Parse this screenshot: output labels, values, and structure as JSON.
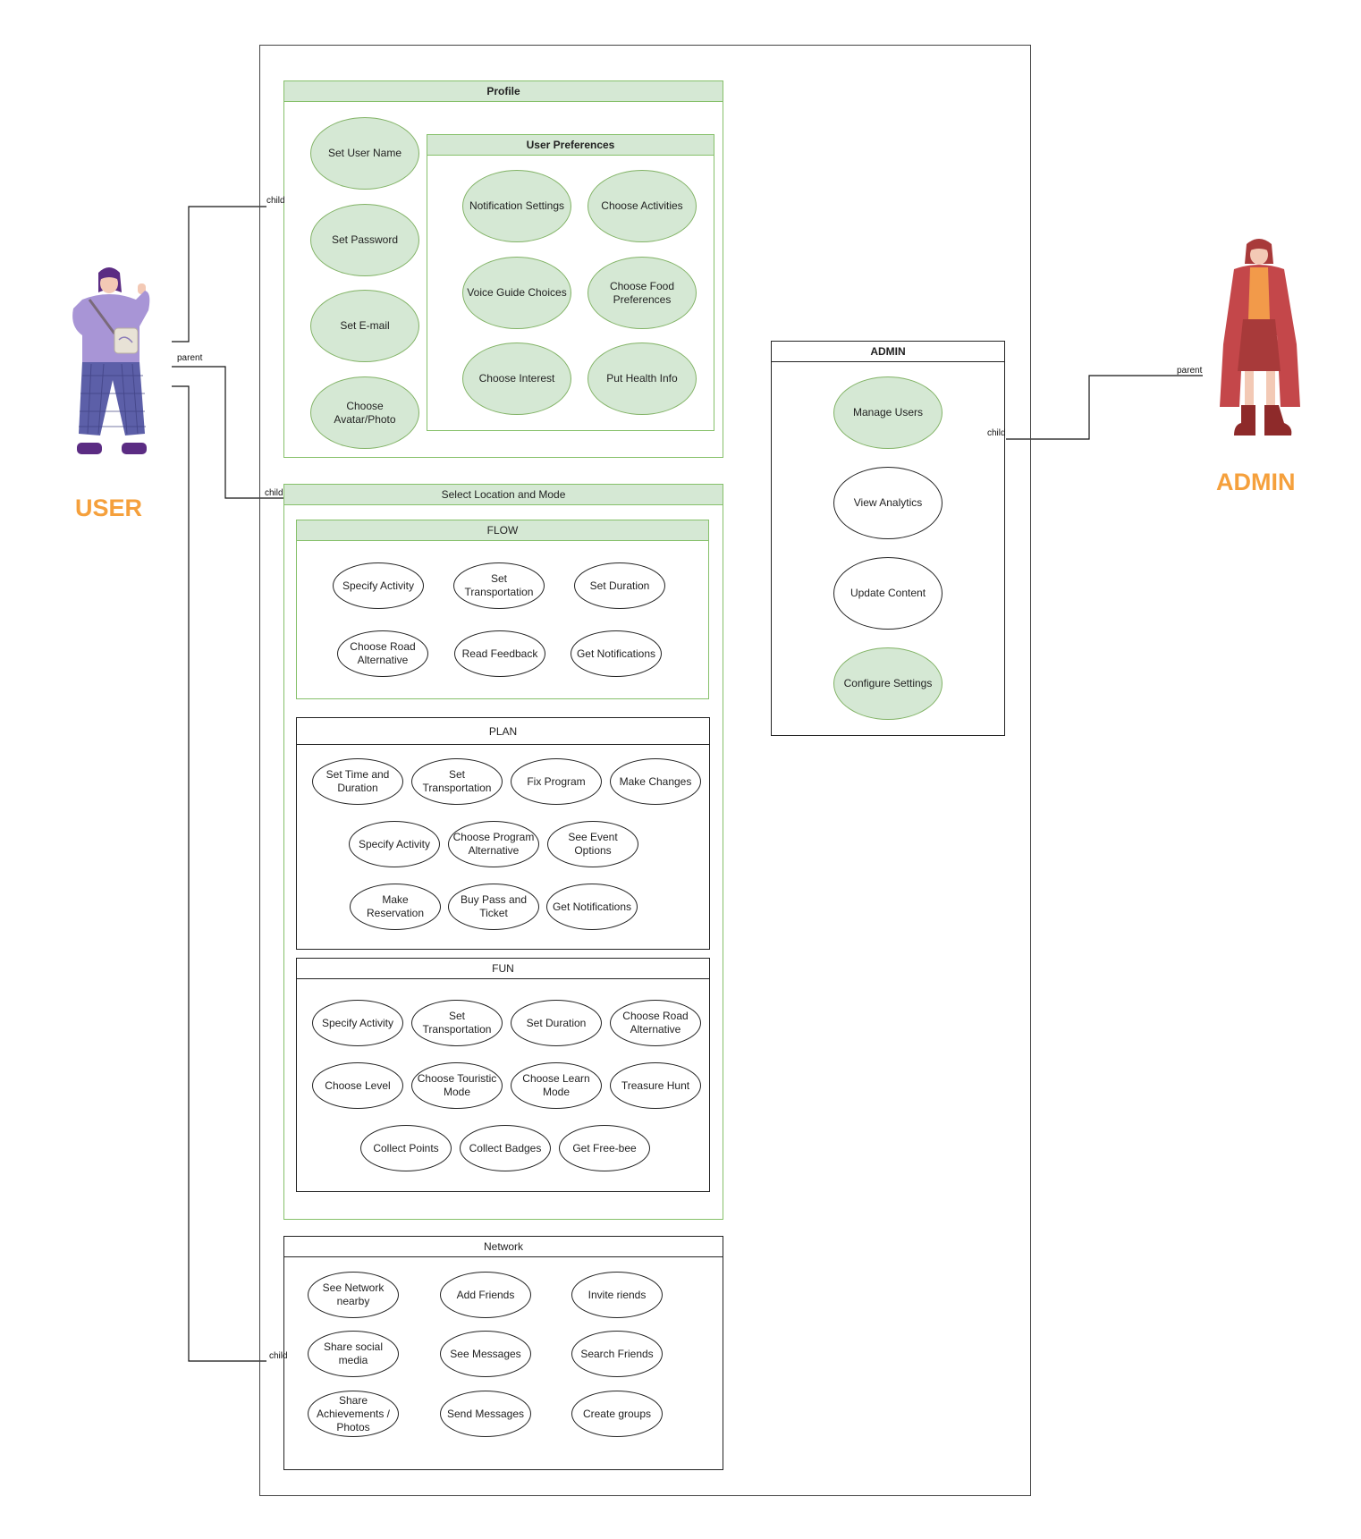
{
  "system": {
    "profile": {
      "title": "Profile",
      "items": [
        "Set User Name",
        "Set Password",
        "Set E-mail",
        "Choose Avatar/Photo"
      ],
      "preferences": {
        "title": "User Preferences",
        "items": [
          "Notification Settings",
          "Choose Activities",
          "Voice Guide Choices",
          "Choose Food Preferences",
          "Choose Interest",
          "Put Health Info"
        ]
      }
    },
    "location": {
      "title": "Select Location and Mode",
      "flow": {
        "title": "FLOW",
        "items": [
          "Specify Activity",
          "Set Transportation",
          "Set Duration",
          "Choose Road Alternative",
          "Read Feedback",
          "Get Notifications"
        ]
      },
      "plan": {
        "title": "PLAN",
        "items": [
          "Set Time and Duration",
          "Set Transportation",
          "Fix Program",
          "Make Changes",
          "Specify Activity",
          "Choose Program Alternative",
          "See Event Options",
          "Make Reservation",
          "Buy Pass and Ticket",
          "Get Notifications"
        ]
      },
      "fun": {
        "title": "FUN",
        "items": [
          "Specify Activity",
          "Set Transportation",
          "Set Duration",
          "Choose Road Alternative",
          "Choose Level",
          "Choose Touristic Mode",
          "Choose Learn Mode",
          "Treasure Hunt",
          "Collect Points",
          "Collect Badges",
          "Get Free-bee"
        ]
      }
    },
    "network": {
      "title": "Network",
      "items": [
        "See Network nearby",
        "Add Friends",
        "Invite riends",
        "Share social media",
        "See Messages",
        "Search Friends",
        "Share Achievements / Photos",
        "Send Messages",
        "Create groups"
      ]
    }
  },
  "admin_box": {
    "title": "ADMIN",
    "items": [
      "Manage Users",
      "View Analytics",
      "Update Content",
      "Configure Settings"
    ]
  },
  "actors": {
    "user": "USER",
    "admin": "ADMIN"
  },
  "connectors": {
    "child": "child",
    "parent": "parent"
  },
  "colors": {
    "green_fill": "#d5e8d4",
    "green_stroke": "#82b366",
    "actor_label": "#f5a03c"
  }
}
